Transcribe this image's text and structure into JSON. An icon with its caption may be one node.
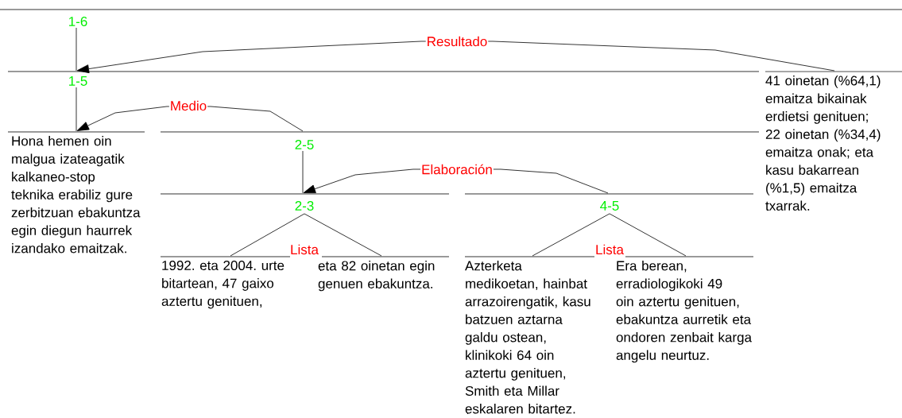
{
  "diagram": {
    "nodes": [
      {
        "text": [
          "1-6"
        ]
      },
      {
        "text": [
          "1-5"
        ]
      },
      {
        "text": [
          "Hona hemen oin malgua izateagatik kalkaneo-stop teknika erabiliz gure zerbitzuan ebakuntza egin diegun haurrek izandako emaitzak."
        ]
      },
      {
        "text": [
          "2-5"
        ]
      },
      {
        "text": [
          "2-3"
        ]
      },
      {
        "text": [
          "4-5"
        ]
      },
      {
        "text": [
          "1992. eta 2004. urte bitartean, 47 gaixo aztertu genituen,"
        ]
      },
      {
        "text": [
          "eta 82 oinetan egin genuen ebakuntza."
        ]
      },
      {
        "text": [
          "Azterketa medikoetan, hainbat arrazoirengatik, kasu batzuen aztarna galdu ostean, klinikoki 64 oin aztertu genituen, Smith eta Millar eskalaren bitartez."
        ]
      },
      {
        "text": [
          "Era berean, erradiologikoki 49 oin aztertu genituen, ebakuntza aurretik eta ondoren zenbait karga angelu neurtuz."
        ]
      },
      {
        "text": [
          "41 oinetan (%64,1) emaitza bikainak erdietsi genituen; 22 oinetan (%34,4) emaitza onak; eta kasu bakarrean (%1,5) emaitza txarrak."
        ]
      }
    ],
    "edges": [
      {
        "from": 0,
        "to": 1,
        "arrow": "none"
      },
      {
        "from": 10,
        "to": 1,
        "arrow": "to",
        "label": "Resultado"
      },
      {
        "from": 1,
        "to": 2,
        "arrow": "none"
      },
      {
        "from": 3,
        "to": 2,
        "arrow": "to",
        "label": "Medio"
      },
      {
        "from": 3,
        "to": 4,
        "arrow": "none"
      },
      {
        "from": 5,
        "to": 4,
        "arrow": "to",
        "label": "Elaboración"
      },
      {
        "from": 4,
        "to": 6,
        "arrow": "none"
      },
      {
        "from": 4,
        "to": 7,
        "arrow": "none"
      },
      {
        "from": 5,
        "to": 8,
        "arrow": "none"
      },
      {
        "from": 5,
        "to": 9,
        "arrow": "none"
      }
    ],
    "labels": [
      "Lista",
      "Lista"
    ]
  }
}
